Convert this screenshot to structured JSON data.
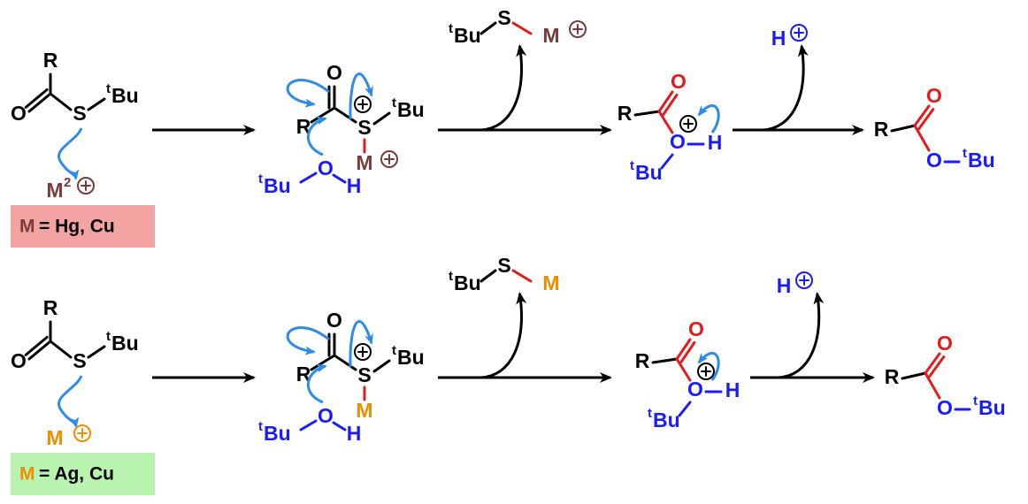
{
  "colors": {
    "bond": "#000000",
    "oxygen_red": "#e41b1b",
    "blue": "#1a1aff",
    "metal_brown": "#7a3b3b",
    "metal_orange": "#f08c00",
    "arrow_curly": "#2e8be6",
    "box_top_fill": "#f4a3a3",
    "box_bottom_fill": "#b9f3b0"
  },
  "atoms": {
    "R": "R",
    "O": "O",
    "S": "S",
    "H": "H",
    "Bu": "Bu",
    "t": "t",
    "M": "M",
    "two": "2",
    "plus": "+"
  },
  "rows": [
    {
      "metal_color": "metal_brown",
      "free_metal_charge_super": "2",
      "metal_box_text": "= Hg, Cu",
      "metal_box_letter": "M",
      "byproduct_metal_charged": true
    },
    {
      "metal_color": "metal_orange",
      "free_metal_charge_super": "",
      "metal_box_text": "= Ag, Cu",
      "metal_box_letter": "M",
      "byproduct_metal_charged": false
    }
  ]
}
